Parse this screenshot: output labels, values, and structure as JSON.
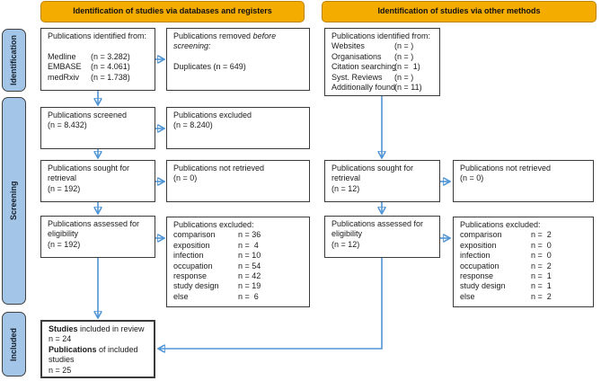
{
  "colors": {
    "header_orange": "#F5AC00",
    "header_border": "#BA8200",
    "sidebar_blue": "#A3C6E8",
    "arrow_blue": "#5095D5",
    "box_border": "#3a3a3a"
  },
  "headers": {
    "databases": "Identification  of studies via databases  and registers",
    "other": "Identification  of studies via other methods"
  },
  "sidebar": {
    "identification": "Identification",
    "screening": "Screening",
    "included": "Included"
  },
  "db_flow": {
    "identified": {
      "title": "Publications identified from:",
      "sources": [
        {
          "label": "Medline",
          "value": "(n = 3.282)"
        },
        {
          "label": "EMBASE",
          "value": "(n = 4.061)"
        },
        {
          "label": "medRxiv",
          "value": "(n = 1.738)"
        }
      ]
    },
    "removed": {
      "pre": "Publications removed",
      "italic1": "before",
      "italic2": "screening:",
      "body": "Duplicates (n = 649)"
    },
    "screened": {
      "line1": "Publications screened",
      "line2": "(n = 8.432)"
    },
    "screened_excluded": {
      "line1": "Publications excluded",
      "line2": "(n = 8.240)"
    },
    "sought": {
      "line1": "Publications sought for",
      "line2": "retrieval",
      "line3": "(n = 192)"
    },
    "not_retrieved": {
      "line1": "Publications not retrieved",
      "line2": "(n = 0)"
    },
    "assessed": {
      "line1": "Publications assessed for",
      "line2": "eligibility",
      "line3": "(n = 192)"
    },
    "excluded": {
      "title": "Publications excluded:",
      "items": [
        {
          "label": "comparison",
          "value": "n = 36"
        },
        {
          "label": "exposition",
          "value": "n =  4"
        },
        {
          "label": "infection",
          "value": "n = 10"
        },
        {
          "label": "occupation",
          "value": "n = 54"
        },
        {
          "label": "response",
          "value": "n = 42"
        },
        {
          "label": "study design",
          "value": "n = 19"
        },
        {
          "label": "else",
          "value": "n =  6"
        }
      ]
    }
  },
  "other_flow": {
    "identified": {
      "title": "Publications identified from:",
      "sources": [
        {
          "label": "Websites",
          "value": "(n = )"
        },
        {
          "label": "Organisations",
          "value": "(n = )"
        },
        {
          "label": "Citation searching",
          "value": "(n =  1)"
        },
        {
          "label": "Syst. Reviews",
          "value": "(n = )"
        },
        {
          "label": "Additionally found",
          "value": "(n = 11)"
        }
      ]
    },
    "sought": {
      "line1": "Publications sought for",
      "line2": "retrieval",
      "line3": "(n = 12)"
    },
    "not_retrieved": {
      "line1": "Publications not retrieved",
      "line2": "(n = 0)"
    },
    "assessed": {
      "line1": "Publications assessed for",
      "line2": "eligibility",
      "line3": "(n = 12)"
    },
    "excluded": {
      "title": "Publications excluded:",
      "items": [
        {
          "label": "comparison",
          "value": "n =  2"
        },
        {
          "label": "exposition",
          "value": "n =  0"
        },
        {
          "label": "infection",
          "value": "n =  0"
        },
        {
          "label": "occupation",
          "value": "n =  2"
        },
        {
          "label": "response",
          "value": "n =  1"
        },
        {
          "label": "study design",
          "value": "n =  1"
        },
        {
          "label": "else",
          "value": "n =  2"
        }
      ]
    }
  },
  "included": {
    "line1_bold": "Studies",
    "line1_rest": " included in review",
    "line2": "n = 24",
    "line3_bold": "Publications",
    "line3_rest": " of included",
    "line4": "studies",
    "line5": "n = 25"
  }
}
